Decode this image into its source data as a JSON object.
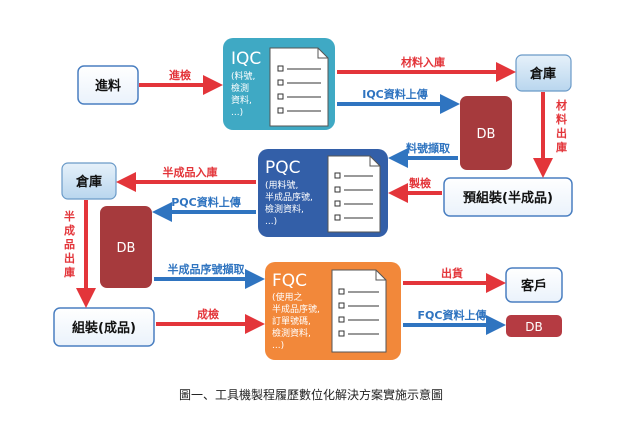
{
  "diagram": {
    "colors": {
      "red_arrow": "#e3353a",
      "blue_arrow": "#2f74c0",
      "iqc_fill": "#3fa9c4",
      "pqc_fill": "#335fa8",
      "fqc_fill": "#f2883a",
      "db_fill": "#a63a3d",
      "db_small_fill": "#b53b42",
      "box_border": "#4a7fc1",
      "cube_fill": "#cfe4f3",
      "cube_border": "#6a9ac8"
    },
    "nodes": {
      "incoming": "進料",
      "warehouse_top": "倉庫",
      "warehouse_left": "倉庫",
      "pre_assembly": "預組裝(半成品)",
      "assembly": "組裝(成品)",
      "customer": "客戶",
      "db_top": "DB",
      "db_left": "DB",
      "db_bottom": "DB"
    },
    "qc": {
      "iqc_title": "IQC",
      "iqc_lines": [
        "(料號,",
        "檢測",
        "資料,",
        "...)"
      ],
      "pqc_title": "PQC",
      "pqc_lines": [
        "(用料號,",
        "半成品序號,",
        "檢測資料,",
        "...)"
      ],
      "fqc_title": "FQC",
      "fqc_lines": [
        "(使用之",
        "半成品序號,",
        "訂單號碼,",
        "檢測資料,",
        "...)"
      ]
    },
    "labels": {
      "inspect_in": "進檢",
      "material_in": "材料入庫",
      "iqc_upload": "IQC資料上傳",
      "material_out": [
        "材",
        "料",
        "出",
        "庫"
      ],
      "part_fetch": "料號擷取",
      "process_inspect": "製檢",
      "semi_in": "半成品入庫",
      "pqc_upload": "PQC資料上傳",
      "semi_out": [
        "半",
        "成",
        "品",
        "出",
        "庫"
      ],
      "semi_serial_fetch": "半成品序號擷取",
      "finished_inspect": "成檢",
      "ship": "出貨",
      "fqc_upload": "FQC資料上傳"
    },
    "caption": "圖一、工具機製程履歷數位化解決方案實施示意圖"
  }
}
